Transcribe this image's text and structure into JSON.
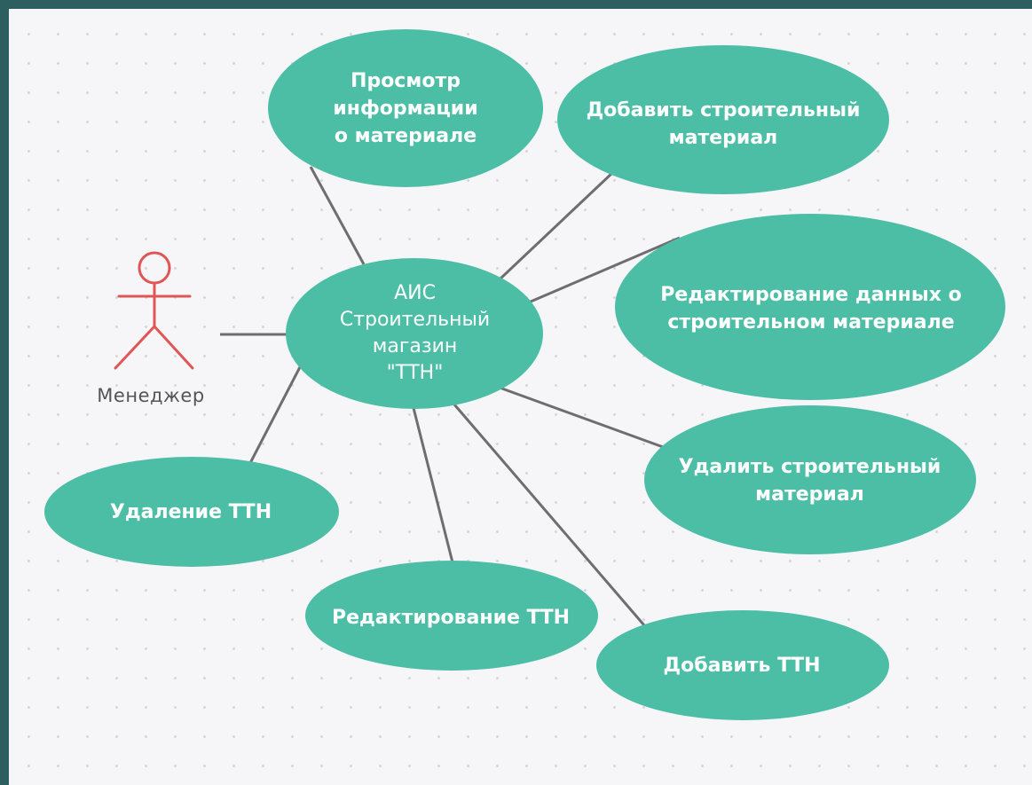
{
  "diagram": {
    "actor": {
      "label": "Менеджер",
      "icon": "stick-figure-icon",
      "color": "#e05555"
    },
    "system": {
      "label": "АИС\nСтроительный\nмагазин\n\"ТТН\""
    },
    "use_cases": [
      {
        "id": "view-material-info",
        "label": "Просмотр\nинформации\nо материале"
      },
      {
        "id": "add-material",
        "label": "Добавить строительный\nматериал"
      },
      {
        "id": "edit-material",
        "label": "Редактирование данных о\nстроительном материале"
      },
      {
        "id": "delete-material",
        "label": "Удалить строительный\nматериал"
      },
      {
        "id": "add-ttn",
        "label": "Добавить ТТН"
      },
      {
        "id": "edit-ttn",
        "label": "Редактирование  ТТН"
      },
      {
        "id": "delete-ttn",
        "label": "Удаление ТТН"
      }
    ],
    "colors": {
      "ellipse_fill": "#4dbea6",
      "connector": "#6e6e70",
      "frame_border": "#2e5f60"
    }
  }
}
